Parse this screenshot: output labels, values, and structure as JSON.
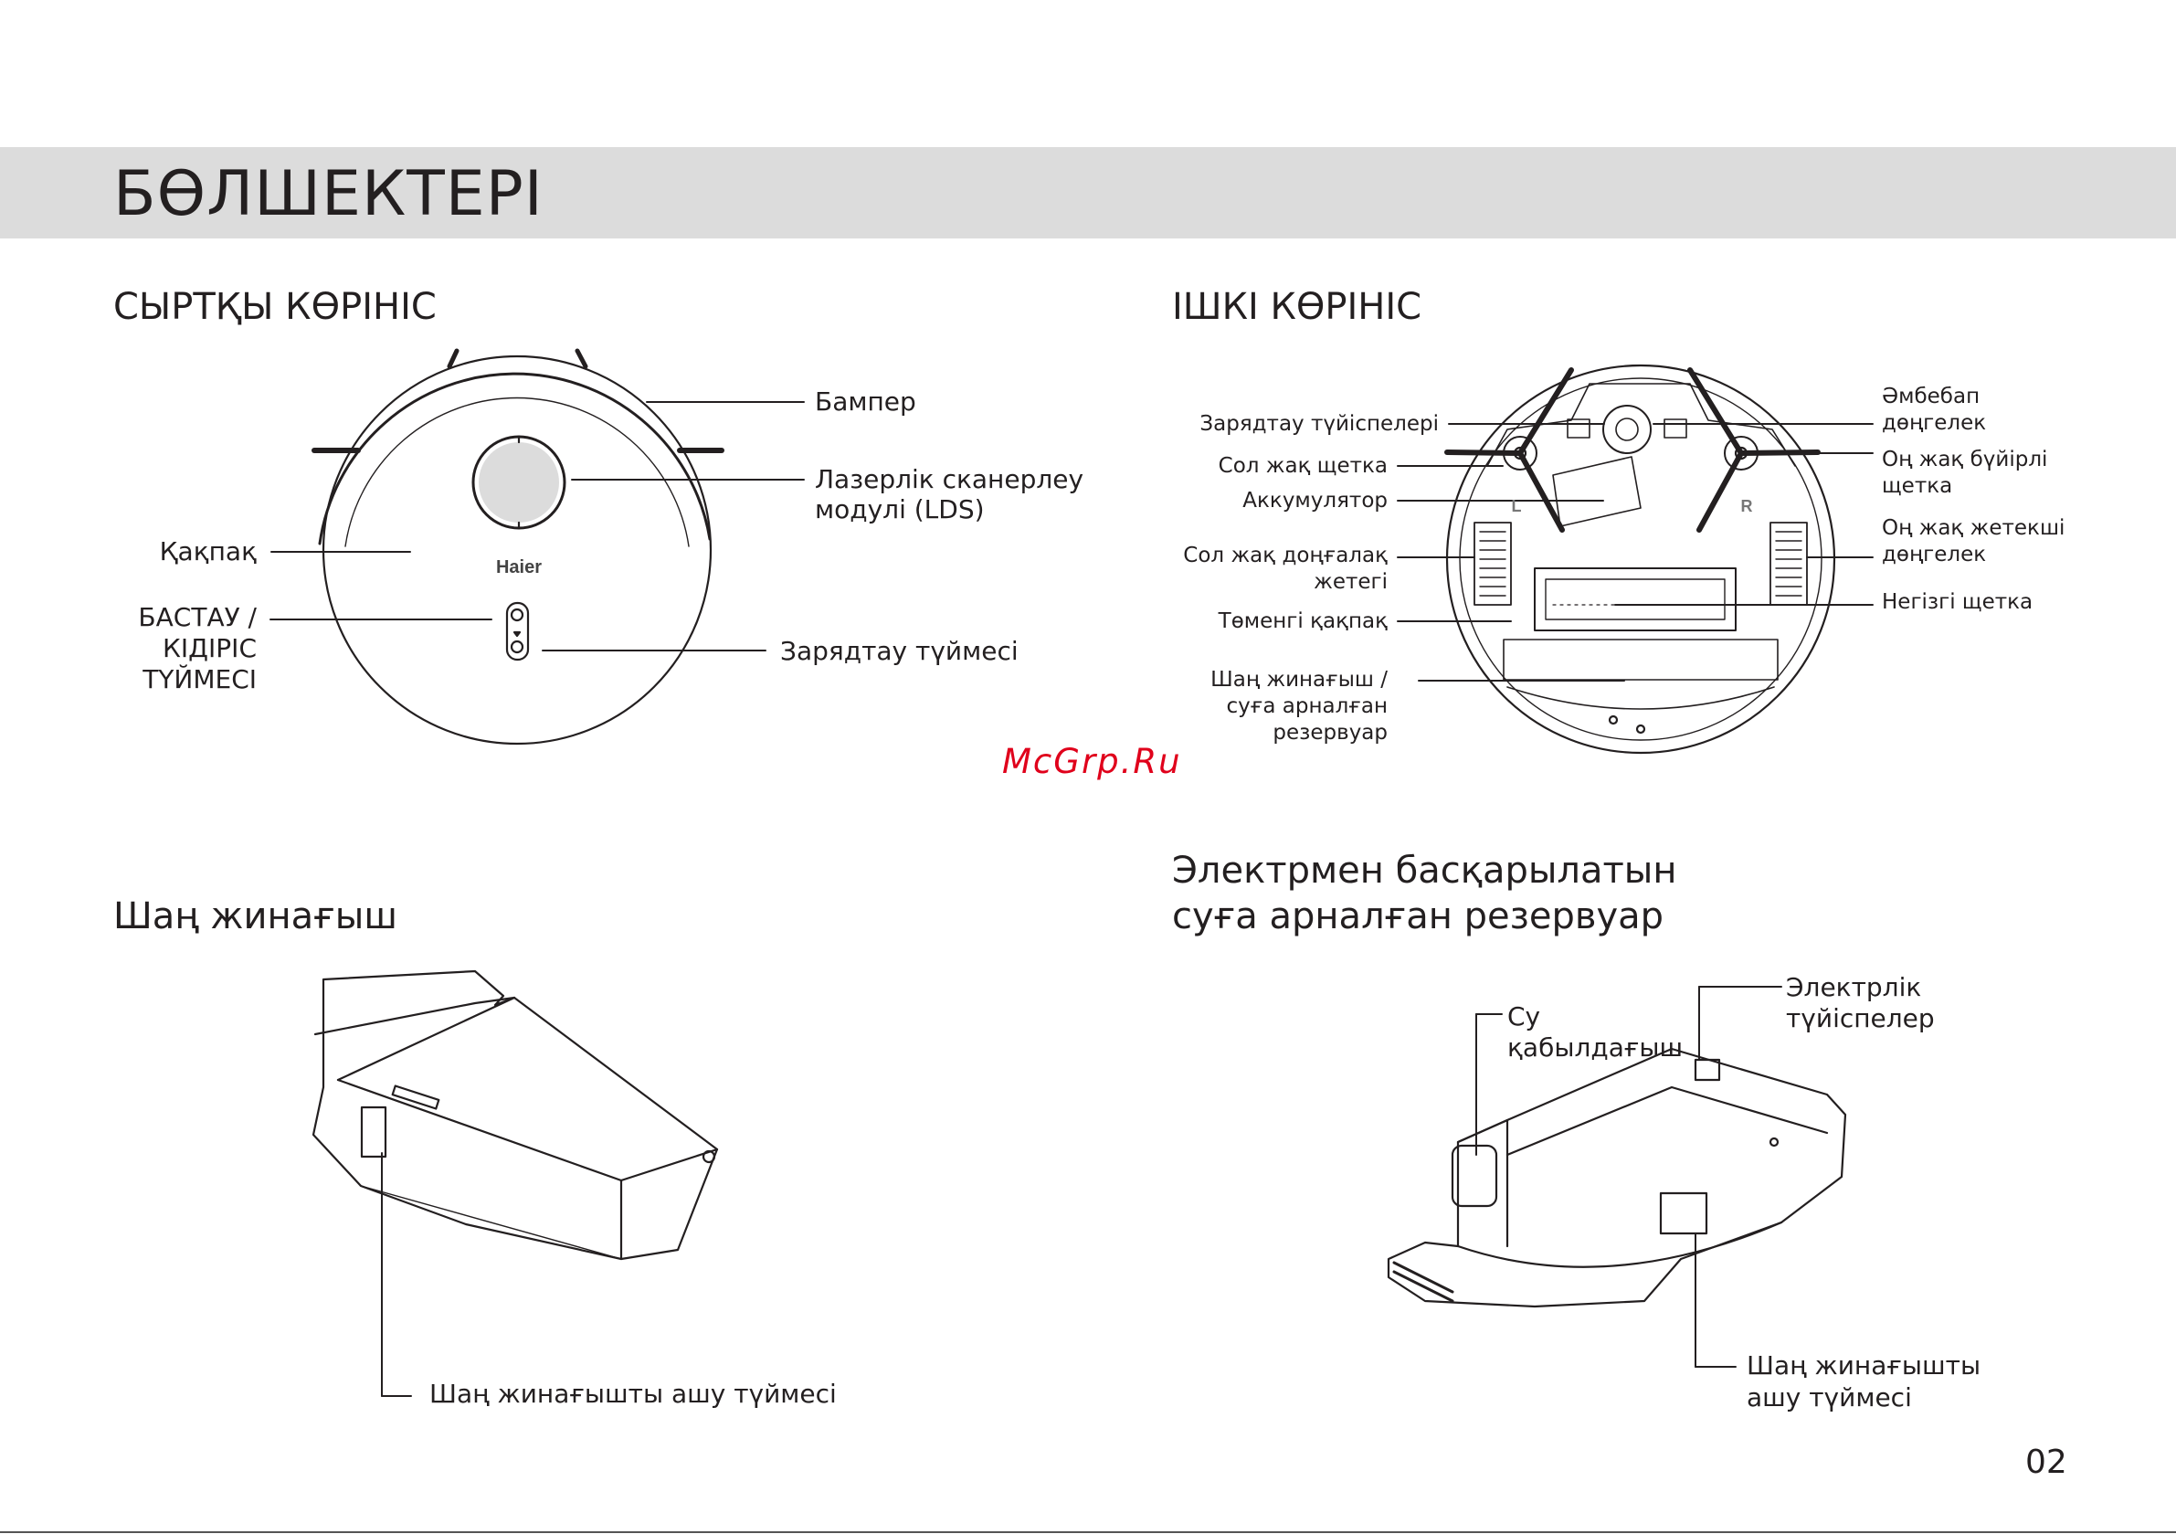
{
  "page": {
    "title": "БӨЛШЕКТЕРІ",
    "number": "02",
    "watermark": "McGrp.Ru"
  },
  "external_view": {
    "heading": "СЫРТҚЫ КӨРІНІС",
    "brand_logo": "Haier",
    "labels": {
      "bumper": "Бампер",
      "lds_line1": "Лазерлік сканерлеу",
      "lds_line2": "модулі (LDS)",
      "cover": "Қақпақ",
      "start_line1": "БАСТАУ /",
      "start_line2": "КІДІРІС",
      "start_line3": "ТҮЙМЕСІ",
      "charge_button": "Зарядтау түймесі"
    }
  },
  "internal_view": {
    "heading": "ІШКІ КӨРІНІС",
    "labels": {
      "charging_contacts": "Зарядтау түйіспелері",
      "left_brush": "Сол жақ щетка",
      "battery": "Аккумулятор",
      "left_wheel_line1": "Сол жақ доңғалақ",
      "left_wheel_line2": "жетегі",
      "bottom_cover": "Төменгі қақпақ",
      "dustbin_line1": "Шаң жинағыш /",
      "dustbin_line2": "суға арналған",
      "dustbin_line3": "резервуар",
      "universal_wheel_line1": "Әмбебап",
      "universal_wheel_line2": "дөңгелек",
      "right_brush_line1": "Оң жақ бүйірлі",
      "right_brush_line2": "щетка",
      "right_wheel_line1": "Оң жақ жетекші",
      "right_wheel_line2": "дөңгелек",
      "main_brush": "Негізгі щетка"
    },
    "wheel_marks": {
      "left": "L",
      "right": "R"
    }
  },
  "dust_collector": {
    "heading": "Шаң жинағыш",
    "labels": {
      "open_button": "Шаң жинағышты ашу түймесі"
    }
  },
  "water_tank": {
    "heading_line1": "Электрмен басқарылатын",
    "heading_line2": "суға арналған резервуар",
    "labels": {
      "water_inlet_line1": "Су",
      "water_inlet_line2": "қабылдағыш",
      "contacts_line1": "Электрлік",
      "contacts_line2": "түйіспелер",
      "open_button_line1": "Шаң жинағышты",
      "open_button_line2": "ашу түймесі"
    }
  }
}
